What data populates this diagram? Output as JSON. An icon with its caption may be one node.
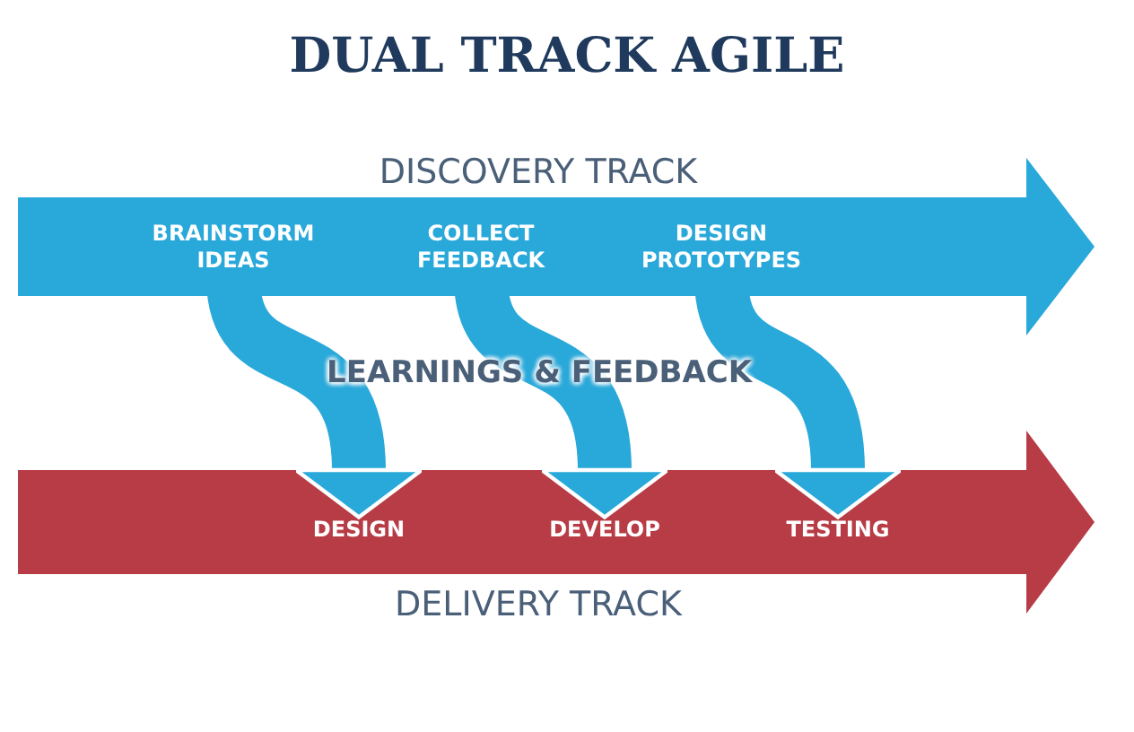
{
  "diagram": {
    "title": "DUAL TRACK AGILE",
    "nodes": [
      {
        "text": [
          "DISCOVERY TRACK"
        ]
      },
      {
        "text": [
          "BRAINSTORM IDEAS"
        ],
        "in": 0
      },
      {
        "text": [
          "COLLECT FEEDBACK"
        ],
        "in": 0
      },
      {
        "text": [
          "DESIGN PROTOTYPES"
        ],
        "in": 0
      },
      {
        "text": [
          "DELIVERY TRACK"
        ]
      },
      {
        "text": [
          "DESIGN"
        ],
        "in": 4
      },
      {
        "text": [
          "DEVELOP"
        ],
        "in": 4
      },
      {
        "text": [
          "TESTING"
        ],
        "in": 4
      }
    ],
    "edges": [
      {
        "from": 1,
        "to": 5,
        "arrow": "to"
      },
      {
        "from": 2,
        "to": 6,
        "arrow": "to"
      },
      {
        "from": 3,
        "to": 7,
        "arrow": "to"
      }
    ],
    "labels": [
      "LEARNINGS & FEEDBACK"
    ]
  }
}
